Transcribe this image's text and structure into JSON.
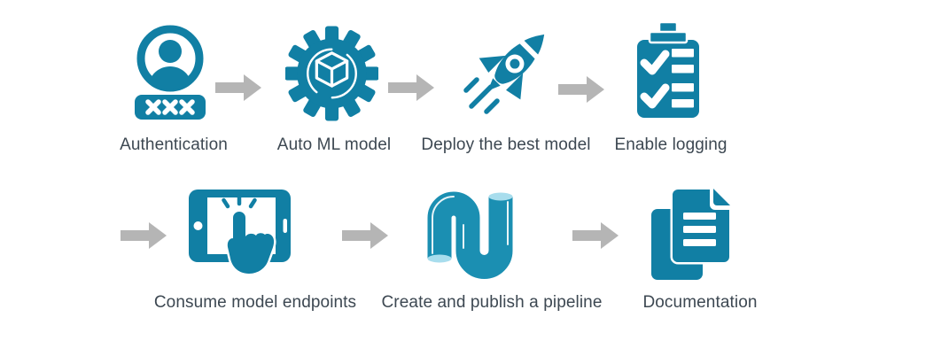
{
  "diagram": {
    "type": "workflow",
    "rows": 2,
    "connector_icon": "right-block-arrow-icon"
  },
  "palette": {
    "icon_teal": "#117fa4",
    "pipe_teal": "#1b8fb2",
    "pipe_cap_light": "#a8dded",
    "arrow_gray": "#b5b5b5",
    "text_dark": "#3d4852",
    "background": "#ffffff"
  },
  "steps": [
    {
      "label": "Authentication",
      "icon": "user-password-icon"
    },
    {
      "label": "Auto ML model",
      "icon": "gear-cube-icon"
    },
    {
      "label": "Deploy the best model",
      "icon": "rocket-icon"
    },
    {
      "label": "Enable logging",
      "icon": "clipboard-checklist-icon"
    },
    {
      "label": "Consume model endpoints",
      "icon": "tablet-touch-icon"
    },
    {
      "label": "Create and publish a pipeline",
      "icon": "pipe-icon"
    },
    {
      "label": "Documentation",
      "icon": "documents-icon"
    }
  ]
}
